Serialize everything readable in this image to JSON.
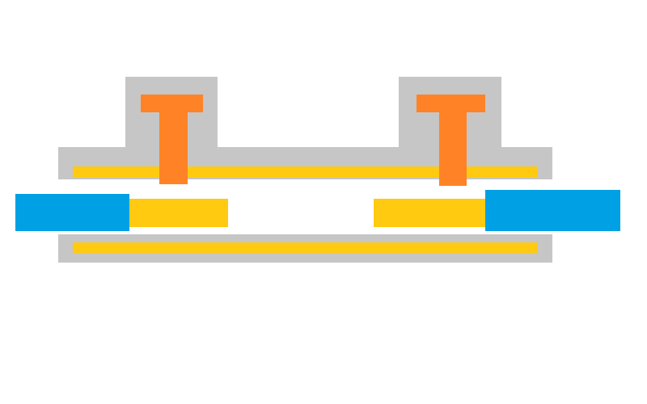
{
  "colors": {
    "background": "#ffffff",
    "housing": "#c6c6c6",
    "strip": "#ffca10",
    "screw": "#ff8326",
    "block": "#00a0e4"
  },
  "parts": {
    "housing": "housing",
    "strip": "strip",
    "screw": "screw",
    "block": "block"
  }
}
